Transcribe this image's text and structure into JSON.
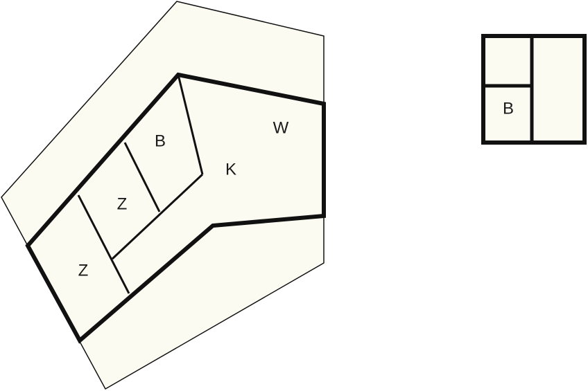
{
  "colors": {
    "background": "#ffffff",
    "fill": "#fbfbf2",
    "stroke": "#111111"
  },
  "main_plan": {
    "labels": {
      "room_b": "B",
      "room_z_upper": "Z",
      "room_z_lower": "Z",
      "room_k": "K",
      "room_w": "W"
    }
  },
  "small_plan": {
    "labels": {
      "room_b": "B"
    }
  }
}
